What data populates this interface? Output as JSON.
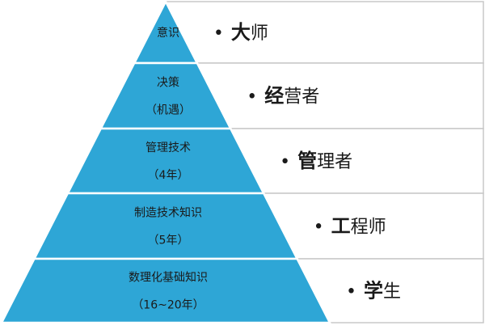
{
  "colors": {
    "pyramid_fill": "#2ea6d6",
    "band_border": "#ffffff",
    "box_border": "#c8c8c8",
    "text": "#1a1a1a"
  },
  "bullet_symbol": "•",
  "levels": [
    {
      "skill_lines": [
        "意识"
      ],
      "role_lead": "大",
      "role_rest": "师"
    },
    {
      "skill_lines": [
        "决策",
        "（机遇）"
      ],
      "role_lead": "经",
      "role_rest": "营者"
    },
    {
      "skill_lines": [
        "管理技术",
        "（4年）"
      ],
      "role_lead": "管",
      "role_rest": "理者"
    },
    {
      "skill_lines": [
        "制造技术知识",
        "（5年）"
      ],
      "role_lead": "工",
      "role_rest": "程师"
    },
    {
      "skill_lines": [
        "数理化基础知识",
        "（16~20年）"
      ],
      "role_lead": "学",
      "role_rest": "生"
    }
  ]
}
